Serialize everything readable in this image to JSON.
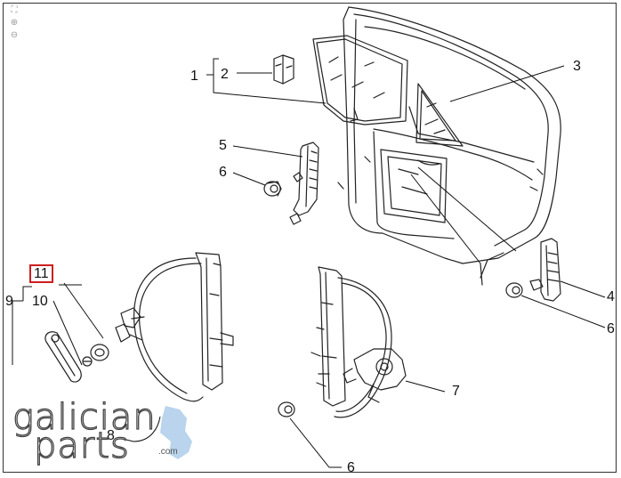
{
  "zoom_controls": [
    {
      "name": "fit-icon",
      "glyph": "⛶"
    },
    {
      "name": "zoom-in-icon",
      "glyph": "⊕"
    },
    {
      "name": "zoom-out-icon",
      "glyph": "⊖"
    }
  ],
  "callouts": {
    "c1": "1",
    "c2": "2",
    "c3": "3",
    "c4": "4",
    "c5": "5",
    "c6a": "6",
    "c6b": "6",
    "c6c": "6",
    "c7": "7",
    "c8": "8",
    "c9": "9",
    "c10": "10",
    "c11": "11"
  },
  "highlighted_callout": "11",
  "highlight_color": "#cc1f1f",
  "logo": {
    "line1": "galician",
    "line2": "parts",
    "domain": ".com",
    "accent": "#b9d4ec"
  }
}
